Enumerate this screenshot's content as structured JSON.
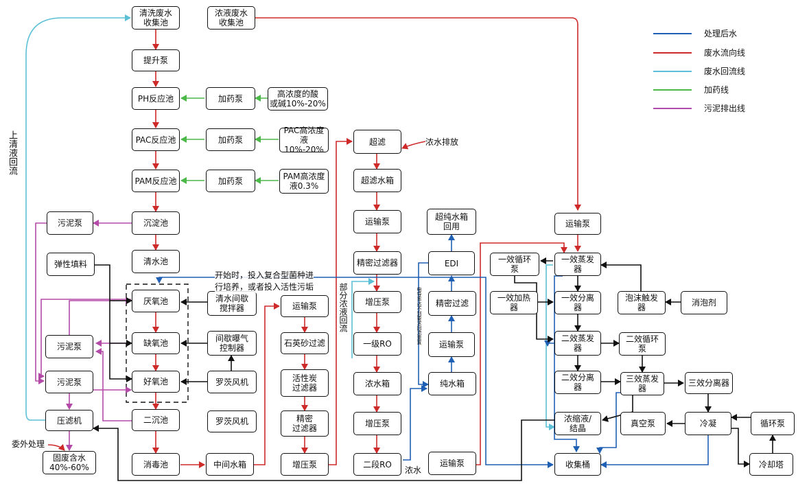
{
  "colors": {
    "treated": "#1f5fb4",
    "wastewater": "#cf2a2a",
    "return": "#5bc0d6",
    "dosing": "#4cb848",
    "sludge": "#b44aa8",
    "black": "#111111"
  },
  "legend": [
    {
      "label": "处理后水",
      "color": "#1f5fb4"
    },
    {
      "label": "废水流向线",
      "color": "#cf2a2a"
    },
    {
      "label": "废水回流线",
      "color": "#5bc0d6"
    },
    {
      "label": "加药线",
      "color": "#4cb848"
    },
    {
      "label": "污泥排出线",
      "color": "#b44aa8"
    }
  ],
  "nodes": {
    "wash_tank": "清洗废水\n收集池",
    "conc_tank": "浓液废水\n收集池",
    "lift_pump": "提升泵",
    "ph_tank": "PH反应池",
    "dose_pump_1": "加药泵",
    "acid_alkali": "高浓度的酸\n或碱10%-20%",
    "pac_tank": "PAC反应池",
    "dose_pump_2": "加药泵",
    "pac_conc": "PAC高浓度\n液10%-20%",
    "pam_tank": "PAM反应池",
    "dose_pump_3": "加药泵",
    "pam_conc": "PAM高浓度\n液0.3%",
    "sediment_tank": "沉淀池",
    "clear_tank": "清水池",
    "sludge_pump_1": "污泥泵",
    "elastic_filler": "弹性填料",
    "anaerobic": "厌氧池",
    "anoxic": "缺氧池",
    "aerobic": "好氧池",
    "sludge_pump_2": "污泥泵",
    "sludge_pump_3": "污泥泵",
    "filter_press": "压滤机",
    "solid_waste": "固废含水\n40%-60%",
    "secondary_sed": "二沉池",
    "disinfect": "消毒池",
    "mixer": "清水间歇\n搅拌器",
    "aeration_ctrl": "间歇曝气\n控制器",
    "roots_blower_1": "罗茨风机",
    "roots_blower_2": "罗茨风机",
    "transfer_pump_1": "运输泵",
    "quartz_filter": "石英砂过滤",
    "carbon_filter": "活性炭\n过滤器",
    "precision_filter_1": "精密\n过滤器",
    "boost_pump_1": "增压泵",
    "mid_tank": "中间水箱",
    "uf": "超滤",
    "uf_tank": "超滤水箱",
    "transfer_pump_2": "运输泵",
    "precision_filter_2": "精密过滤器",
    "boost_pump_2": "增压泵",
    "ro1": "一级RO",
    "conc_water_tank": "浓水箱",
    "boost_pump_3": "增压泵",
    "ro2": "二段RO",
    "ultra_pure_tank": "超纯水箱\n回用",
    "edi": "EDI",
    "precision_filter_3": "精密过滤",
    "transfer_pump_3": "运输泵",
    "pure_tank": "纯水箱",
    "transfer_pump_4": "运输泵",
    "transfer_pump_5": "运输泵",
    "effect1_loop": "一效循环\n泵",
    "effect1_evap": "一效蒸发\n器",
    "effect1_heater": "一效加热\n器",
    "effect1_sep": "一效分离\n器",
    "foam_trigger": "泡沫触发\n器",
    "defoamer": "消泡剂",
    "effect2_evap": "二效蒸发\n器",
    "effect2_loop": "二效循环\n泵",
    "effect2_sep": "二效分离\n器",
    "effect3_evap": "三效蒸发\n器",
    "effect3_sep": "三效分离器",
    "crystal": "浓缩液/\n结晶",
    "vacuum_pump": "真空泵",
    "condenser": "冷凝",
    "circ_pump": "循环泵",
    "collect_bucket": "收集桶",
    "cooling_tower": "冷却塔"
  },
  "labels": {
    "reflux_left": "上清液回流",
    "brine_discharge": "浓水排放",
    "partial_reflux": "部分浓液回流",
    "startup_note": "开始时，投入复合型菌种进\n行培养，或者投入活性污垢",
    "outsource": "委外处理",
    "conc_water": "浓水",
    "conductivity_note": "电导率达不到要求回流重置"
  }
}
